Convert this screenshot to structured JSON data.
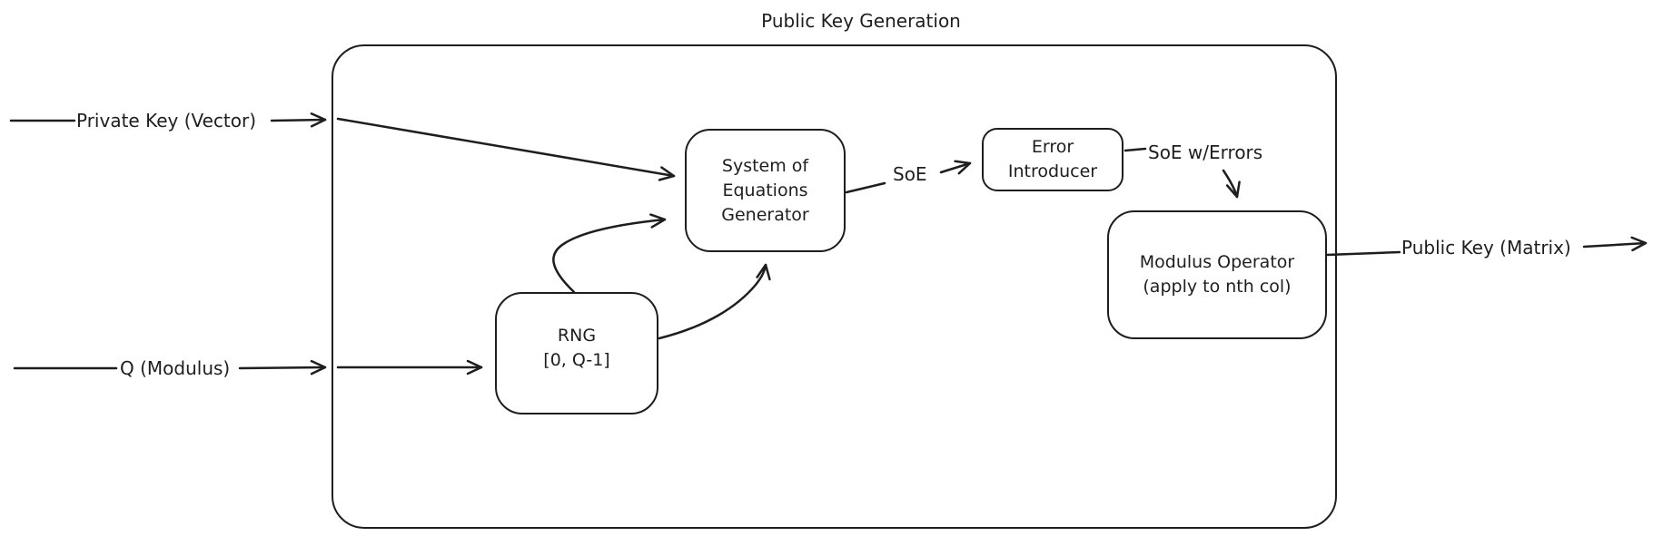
{
  "colors": {
    "stroke": "#1e1e1e",
    "background": "#ffffff"
  },
  "diagram": {
    "title": "Public Key Generation",
    "inputs": [
      {
        "id": "private-key",
        "label": "Private Key (Vector)"
      },
      {
        "id": "q-modulus",
        "label": "Q (Modulus)"
      }
    ],
    "nodes": [
      {
        "id": "soe-generator",
        "lines": [
          "System of",
          "Equations",
          "Generator"
        ]
      },
      {
        "id": "rng",
        "lines": [
          "RNG",
          "[0, Q-1]"
        ]
      },
      {
        "id": "error-introducer",
        "lines": [
          "Error",
          "Introducer"
        ]
      },
      {
        "id": "modulus-operator",
        "lines": [
          "Modulus Operator",
          "(apply to nth col)"
        ]
      }
    ],
    "edge_labels": [
      {
        "id": "soe",
        "label": "SoE"
      },
      {
        "id": "soe-w-errors",
        "label": "SoE w/Errors"
      }
    ],
    "output": {
      "id": "public-key",
      "label": "Public Key (Matrix)"
    }
  }
}
